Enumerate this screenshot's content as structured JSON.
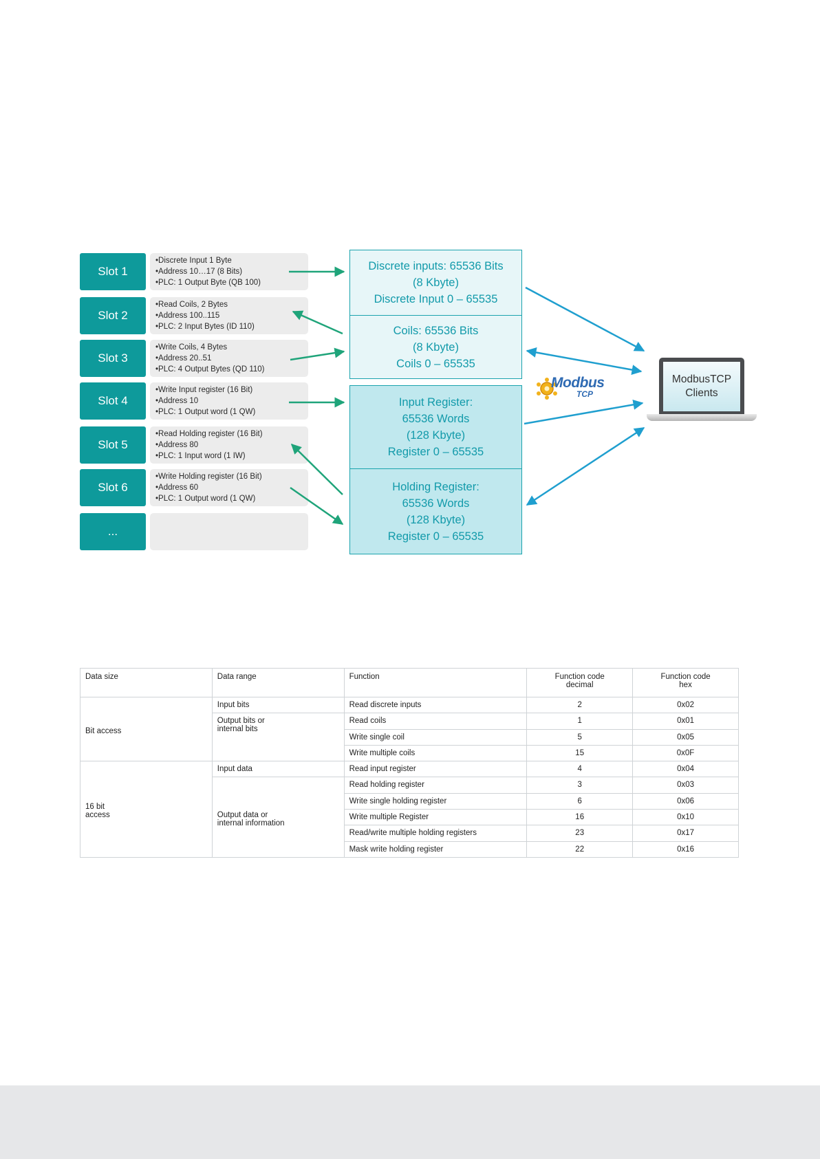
{
  "slots": [
    {
      "label": "Slot 1",
      "lines": [
        "Discrete Input 1 Byte",
        "Address 10…17 (8 Bits)",
        "PLC: 1 Output Byte (QB 100)"
      ]
    },
    {
      "label": "Slot 2",
      "lines": [
        "Read Coils, 2 Bytes",
        "Address 100..115",
        "PLC: 2 Input Bytes (ID 110)"
      ]
    },
    {
      "label": "Slot 3",
      "lines": [
        "Write Coils, 4 Bytes",
        "Address 20..51",
        "PLC: 4 Output Bytes (QD 110)"
      ]
    },
    {
      "label": "Slot 4",
      "lines": [
        "Write Input register (16 Bit)",
        "Address 10",
        "PLC: 1 Output word (1 QW)"
      ]
    },
    {
      "label": "Slot 5",
      "lines": [
        "Read Holding register (16 Bit)",
        "Address 80",
        "PLC: 1 Input word (1 IW)"
      ]
    },
    {
      "label": "Slot 6",
      "lines": [
        "Write Holding register (16 Bit)",
        "Address 60",
        "PLC: 1 Output word (1 QW)"
      ]
    },
    {
      "label": "...",
      "lines": []
    }
  ],
  "memory": [
    {
      "lines": [
        "Discrete inputs: 65536 Bits",
        "(8 Kbyte)",
        "Discrete Input 0 – 65535"
      ]
    },
    {
      "lines": [
        "Coils: 65536 Bits",
        "(8 Kbyte)",
        "Coils 0 – 65535"
      ]
    },
    {
      "lines": [
        "Input Register:",
        "65536 Words",
        "(128 Kbyte)",
        "Register 0 – 65535"
      ]
    },
    {
      "lines": [
        "Holding Register:",
        "65536 Words",
        "(128 Kbyte)",
        "Register 0 – 65535"
      ]
    }
  ],
  "logo": {
    "word": "Modbus",
    "sub": "TCP"
  },
  "client": {
    "line1": "ModbusTCP",
    "line2": "Clients"
  },
  "colors": {
    "teal": "#0e9a9b",
    "green_arrow": "#1fa47a",
    "blue_arrow": "#1f9fcf",
    "box_text": "#129aaa"
  },
  "table": {
    "headers": {
      "data_size": "Data size",
      "data_range": "Data range",
      "function": "Function",
      "fc_dec_1": "Function code",
      "fc_dec_2": "decimal",
      "fc_hex_1": "Function code",
      "fc_hex_2": "hex"
    },
    "groups": {
      "bit_access": "Bit access",
      "bit16_line1": "16 bit",
      "bit16_line2": "access",
      "input_bits": "Input bits",
      "output_bits_1": "Output bits or",
      "output_bits_2": "internal bits",
      "input_data": "Input data",
      "output_data_1": "Output data or",
      "output_data_2": "internal information"
    },
    "rows": [
      {
        "function": "Read discrete inputs",
        "dec": "2",
        "hex": "0x02"
      },
      {
        "function": "Read coils",
        "dec": "1",
        "hex": "0x01"
      },
      {
        "function": "Write single coil",
        "dec": "5",
        "hex": "0x05"
      },
      {
        "function": "Write multiple coils",
        "dec": "15",
        "hex": "0x0F"
      },
      {
        "function": "Read input register",
        "dec": "4",
        "hex": "0x04"
      },
      {
        "function": "Read holding register",
        "dec": "3",
        "hex": "0x03"
      },
      {
        "function": "Write single holding register",
        "dec": "6",
        "hex": "0x06"
      },
      {
        "function": "Write multiple Register",
        "dec": "16",
        "hex": "0x10"
      },
      {
        "function": "Read/write multiple holding registers",
        "dec": "23",
        "hex": "0x17"
      },
      {
        "function": "Mask write holding register",
        "dec": "22",
        "hex": "0x16"
      }
    ]
  }
}
